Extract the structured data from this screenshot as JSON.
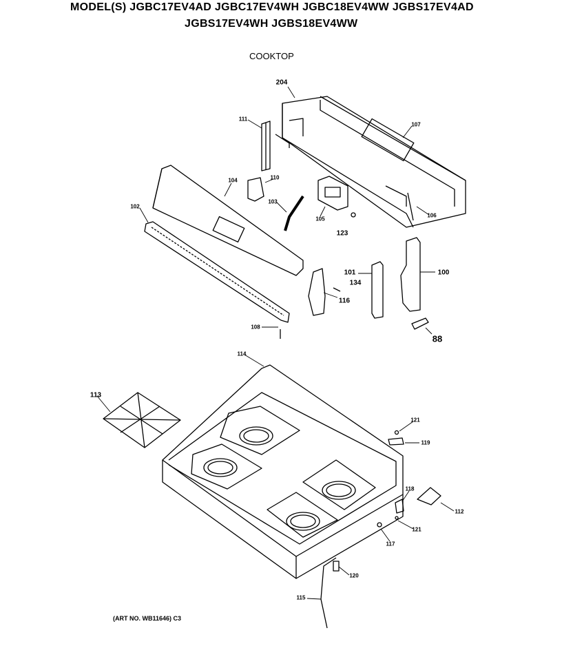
{
  "header": {
    "models_line1": "MODEL(S) JGBC17EV4AD  JGBC17EV4WH  JGBC18EV4WW  JGBS17EV4AD",
    "models_line2": "JGBS17EV4WH  JGBS18EV4WW",
    "section_title": "COOKTOP"
  },
  "footer": {
    "art_number": "(ART NO. WB11646) C3"
  },
  "part_labels": {
    "p204": "204",
    "p111": "111",
    "p107": "107",
    "p104": "104",
    "p110": "110",
    "p102": "102",
    "p103": "103",
    "p105": "105",
    "p106": "106",
    "p123": "123",
    "p101": "101",
    "p134": "134",
    "p100": "100",
    "p116": "116",
    "p108": "108",
    "p88": "88",
    "p114": "114",
    "p113": "113",
    "p121a": "121",
    "p119": "119",
    "p118": "118",
    "p112": "112",
    "p117": "117",
    "p121b": "121",
    "p120": "120",
    "p115": "115"
  }
}
